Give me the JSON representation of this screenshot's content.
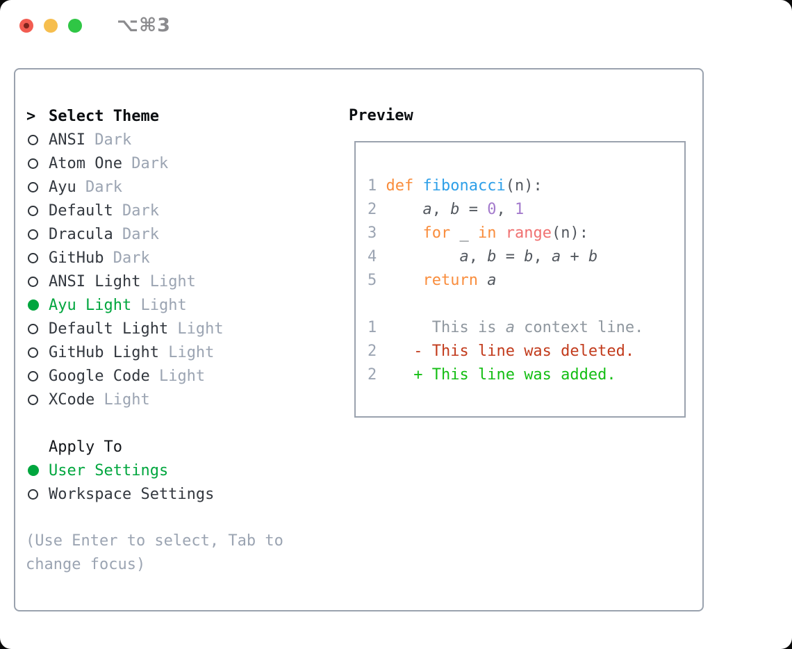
{
  "window": {
    "title": "⌥⌘3",
    "traffic_lights": [
      "close",
      "minimize",
      "zoom"
    ]
  },
  "colors": {
    "selected_green": "#00a63e",
    "text_dark": "#33383f",
    "muted_gray": "#9ba4b2",
    "border_gray": "#9aa2ae",
    "keyword_orange": "#f98d3d",
    "function_blue": "#2d9fe8",
    "call_coral": "#f07171",
    "number_purple": "#a37acc",
    "diff_deleted_red": "#c23b1c",
    "diff_added_green": "#14be14",
    "traffic_red": "#f25c51",
    "traffic_yellow": "#f6be4e",
    "traffic_green": "#2fc645"
  },
  "theme_list": {
    "header_prefix": ">",
    "header": "Select Theme",
    "items": [
      {
        "name": "ANSI",
        "variant": "Dark",
        "selected": false
      },
      {
        "name": "Atom One",
        "variant": "Dark",
        "selected": false
      },
      {
        "name": "Ayu",
        "variant": "Dark",
        "selected": false
      },
      {
        "name": "Default",
        "variant": "Dark",
        "selected": false
      },
      {
        "name": "Dracula",
        "variant": "Dark",
        "selected": false
      },
      {
        "name": "GitHub",
        "variant": "Dark",
        "selected": false
      },
      {
        "name": "ANSI Light",
        "variant": "Light",
        "selected": false
      },
      {
        "name": "Ayu Light",
        "variant": "Light",
        "selected": true
      },
      {
        "name": "Default Light",
        "variant": "Light",
        "selected": false
      },
      {
        "name": "GitHub Light",
        "variant": "Light",
        "selected": false
      },
      {
        "name": "Google Code",
        "variant": "Light",
        "selected": false
      },
      {
        "name": "XCode",
        "variant": "Light",
        "selected": false
      }
    ]
  },
  "apply_to": {
    "header": "Apply To",
    "options": [
      {
        "name": "User Settings",
        "selected": true
      },
      {
        "name": "Workspace Settings",
        "selected": false
      }
    ]
  },
  "help_text": "(Use Enter to select, Tab to change focus)",
  "preview": {
    "header": "Preview",
    "code_lines": [
      {
        "num": "1",
        "segments": [
          {
            "t": "def",
            "c": "kw"
          },
          {
            "t": " ",
            "c": "fg"
          },
          {
            "t": "fibonacci",
            "c": "fn"
          },
          {
            "t": "(n):",
            "c": "fg"
          }
        ]
      },
      {
        "num": "2",
        "segments": [
          {
            "t": "    ",
            "c": "fg"
          },
          {
            "t": "a",
            "c": "fg",
            "i": true
          },
          {
            "t": ", ",
            "c": "fg"
          },
          {
            "t": "b",
            "c": "fg",
            "i": true
          },
          {
            "t": " = ",
            "c": "fg"
          },
          {
            "t": "0",
            "c": "const"
          },
          {
            "t": ", ",
            "c": "fg"
          },
          {
            "t": "1",
            "c": "const"
          }
        ]
      },
      {
        "num": "3",
        "segments": [
          {
            "t": "    ",
            "c": "fg"
          },
          {
            "t": "for",
            "c": "kw"
          },
          {
            "t": " _ ",
            "c": "fg"
          },
          {
            "t": "in",
            "c": "kw"
          },
          {
            "t": " ",
            "c": "fg"
          },
          {
            "t": "range",
            "c": "call"
          },
          {
            "t": "(n):",
            "c": "fg"
          }
        ]
      },
      {
        "num": "4",
        "segments": [
          {
            "t": "        ",
            "c": "fg"
          },
          {
            "t": "a",
            "c": "fg",
            "i": true
          },
          {
            "t": ", ",
            "c": "fg"
          },
          {
            "t": "b",
            "c": "fg",
            "i": true
          },
          {
            "t": " = ",
            "c": "fg"
          },
          {
            "t": "b",
            "c": "fg",
            "i": true
          },
          {
            "t": ", ",
            "c": "fg"
          },
          {
            "t": "a",
            "c": "fg",
            "i": true
          },
          {
            "t": " + ",
            "c": "fg"
          },
          {
            "t": "b",
            "c": "fg",
            "i": true
          }
        ]
      },
      {
        "num": "5",
        "segments": [
          {
            "t": "    ",
            "c": "fg"
          },
          {
            "t": "return",
            "c": "kw"
          },
          {
            "t": " ",
            "c": "fg"
          },
          {
            "t": "a",
            "c": "fg",
            "i": true
          }
        ]
      },
      {
        "num": "",
        "segments": []
      },
      {
        "num": "1",
        "segments": [
          {
            "t": "     This is ",
            "c": "ctx"
          },
          {
            "t": "a",
            "c": "ctx",
            "i": true
          },
          {
            "t": " context line.",
            "c": "ctx"
          }
        ]
      },
      {
        "num": "2",
        "segments": [
          {
            "t": "   ",
            "c": "fg"
          },
          {
            "t": "- This line was deleted.",
            "c": "del"
          }
        ]
      },
      {
        "num": "2",
        "segments": [
          {
            "t": "   ",
            "c": "fg"
          },
          {
            "t": "+ This line was added.",
            "c": "add"
          }
        ]
      }
    ]
  }
}
